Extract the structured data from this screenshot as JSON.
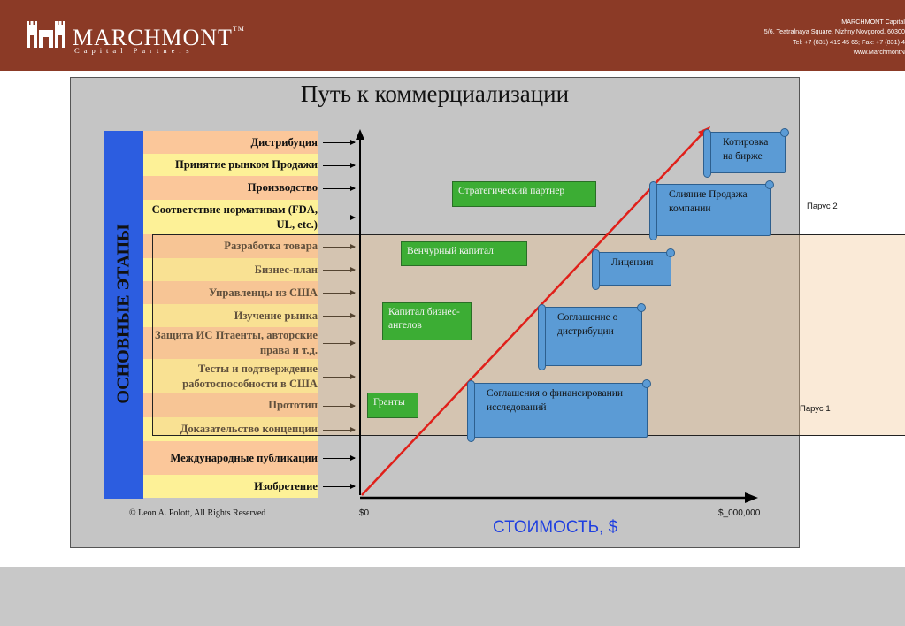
{
  "header": {
    "company": "MARCHMONT",
    "trademark": "TM",
    "subtitle": "Capital Partners",
    "contact_lines": [
      "MARCHMONT Capital",
      "5/6, Teatralnaya Square, Nizhny Novgorod, 60300",
      "Tel: +7 (831) 419 45 65; Fax: +7 (831) 4",
      "www.MarchmontN"
    ]
  },
  "slide": {
    "title": "Путь к коммерциализации",
    "vertical_label": "ОСНОВНЫЕ ЭТАПЫ",
    "stages": [
      {
        "label": "Дистрибуция",
        "color": "#fbc79a"
      },
      {
        "label": "Принятие рынком Продажи",
        "color": "#fdf197"
      },
      {
        "label": "Производство",
        "color": "#fbc79a"
      },
      {
        "label": "Соответствие нормативам (FDA, UL, etc.)",
        "color": "#fdf197"
      },
      {
        "label": "Разработка товара",
        "color": "#fbc79a"
      },
      {
        "label": "Бизнес-план",
        "color": "#fdf197"
      },
      {
        "label": "Управленцы из США",
        "color": "#fbc79a"
      },
      {
        "label": "Изучение рынка",
        "color": "#fdf197"
      },
      {
        "label": "Защита ИС Птаенты, авторские права и т.д.",
        "color": "#fbc79a"
      },
      {
        "label": "Тесты и подтверждение работоспособности в США",
        "color": "#fdf197"
      },
      {
        "label": "Прототип",
        "color": "#fbc79a"
      },
      {
        "label": "Доказательство концепции",
        "color": "#fdf197"
      },
      {
        "label": "Международные публикации",
        "color": "#fbc79a"
      },
      {
        "label": "Изобретение",
        "color": "#fdf197"
      }
    ],
    "funding_sources": [
      "Гранты",
      "Капитал бизнес-ангелов",
      "Венчурный капитал",
      "Стратегический партнер"
    ],
    "exits": [
      "Соглашения о финансировании исследований",
      "Соглашение о дистрибуции",
      "Лицензия",
      "Слияние Продажа компании",
      "Котировка на бирже"
    ],
    "x_tick_start": "$0",
    "x_tick_end": "$_000,000",
    "x_title": "СТОИМОСТЬ, $",
    "copyright": "© Leon A. Polott, All Rights Reserved"
  },
  "annotations": {
    "sail1": "Парус 1",
    "sail2": "Парус 2"
  },
  "colors": {
    "header": "#8b3a26",
    "blue_bar": "#2c5de0",
    "green_box": "#3cad34",
    "scroll": "#5b9bd5",
    "trend_line": "#e0201a",
    "x_title": "#1f3fe0"
  }
}
